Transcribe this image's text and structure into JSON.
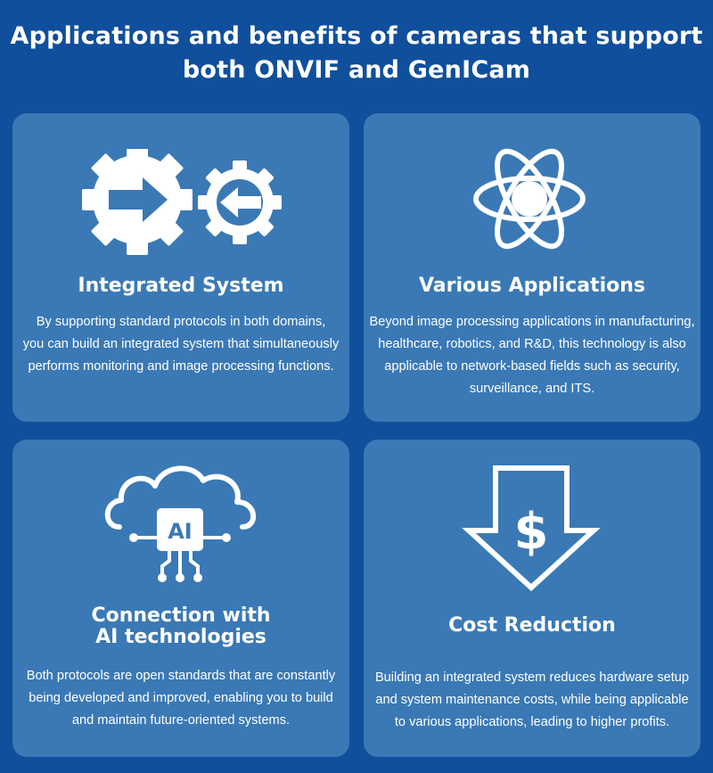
{
  "page": {
    "title_line1": "Applications and benefits of cameras that support",
    "title_line2": "both ONVIF and GenICam"
  },
  "cards": [
    {
      "heading": "Integrated System",
      "icon": "gears-arrows-icon",
      "description": [
        "By supporting standard protocols in both domains,",
        "you can build an integrated system that simultaneously",
        "performs monitoring and image processing functions."
      ]
    },
    {
      "heading": "Various Applications",
      "icon": "atom-icon",
      "description": [
        "Beyond image processing applications in manufacturing,",
        "healthcare, robotics, and R&D, this technology is also",
        "applicable to network-based fields such as security,",
        "surveillance, and ITS."
      ]
    },
    {
      "heading_line1": "Connection with",
      "heading_line2": "AI technologies",
      "icon": "ai-cloud-icon",
      "icon_label": "AI",
      "description": [
        "Both protocols are open standards that are constantly",
        "being developed and improved, enabling you to build",
        "and maintain future-oriented systems."
      ]
    },
    {
      "heading": "Cost Reduction",
      "icon": "dollar-down-arrow-icon",
      "icon_label": "$",
      "description": [
        "Building an integrated system reduces hardware setup",
        "and system maintenance costs, while being applicable",
        "to various applications, leading to higher profits."
      ]
    }
  ],
  "colors": {
    "background": "#0f4f9c",
    "card": "#3a79b5",
    "text": "#ffffff"
  }
}
